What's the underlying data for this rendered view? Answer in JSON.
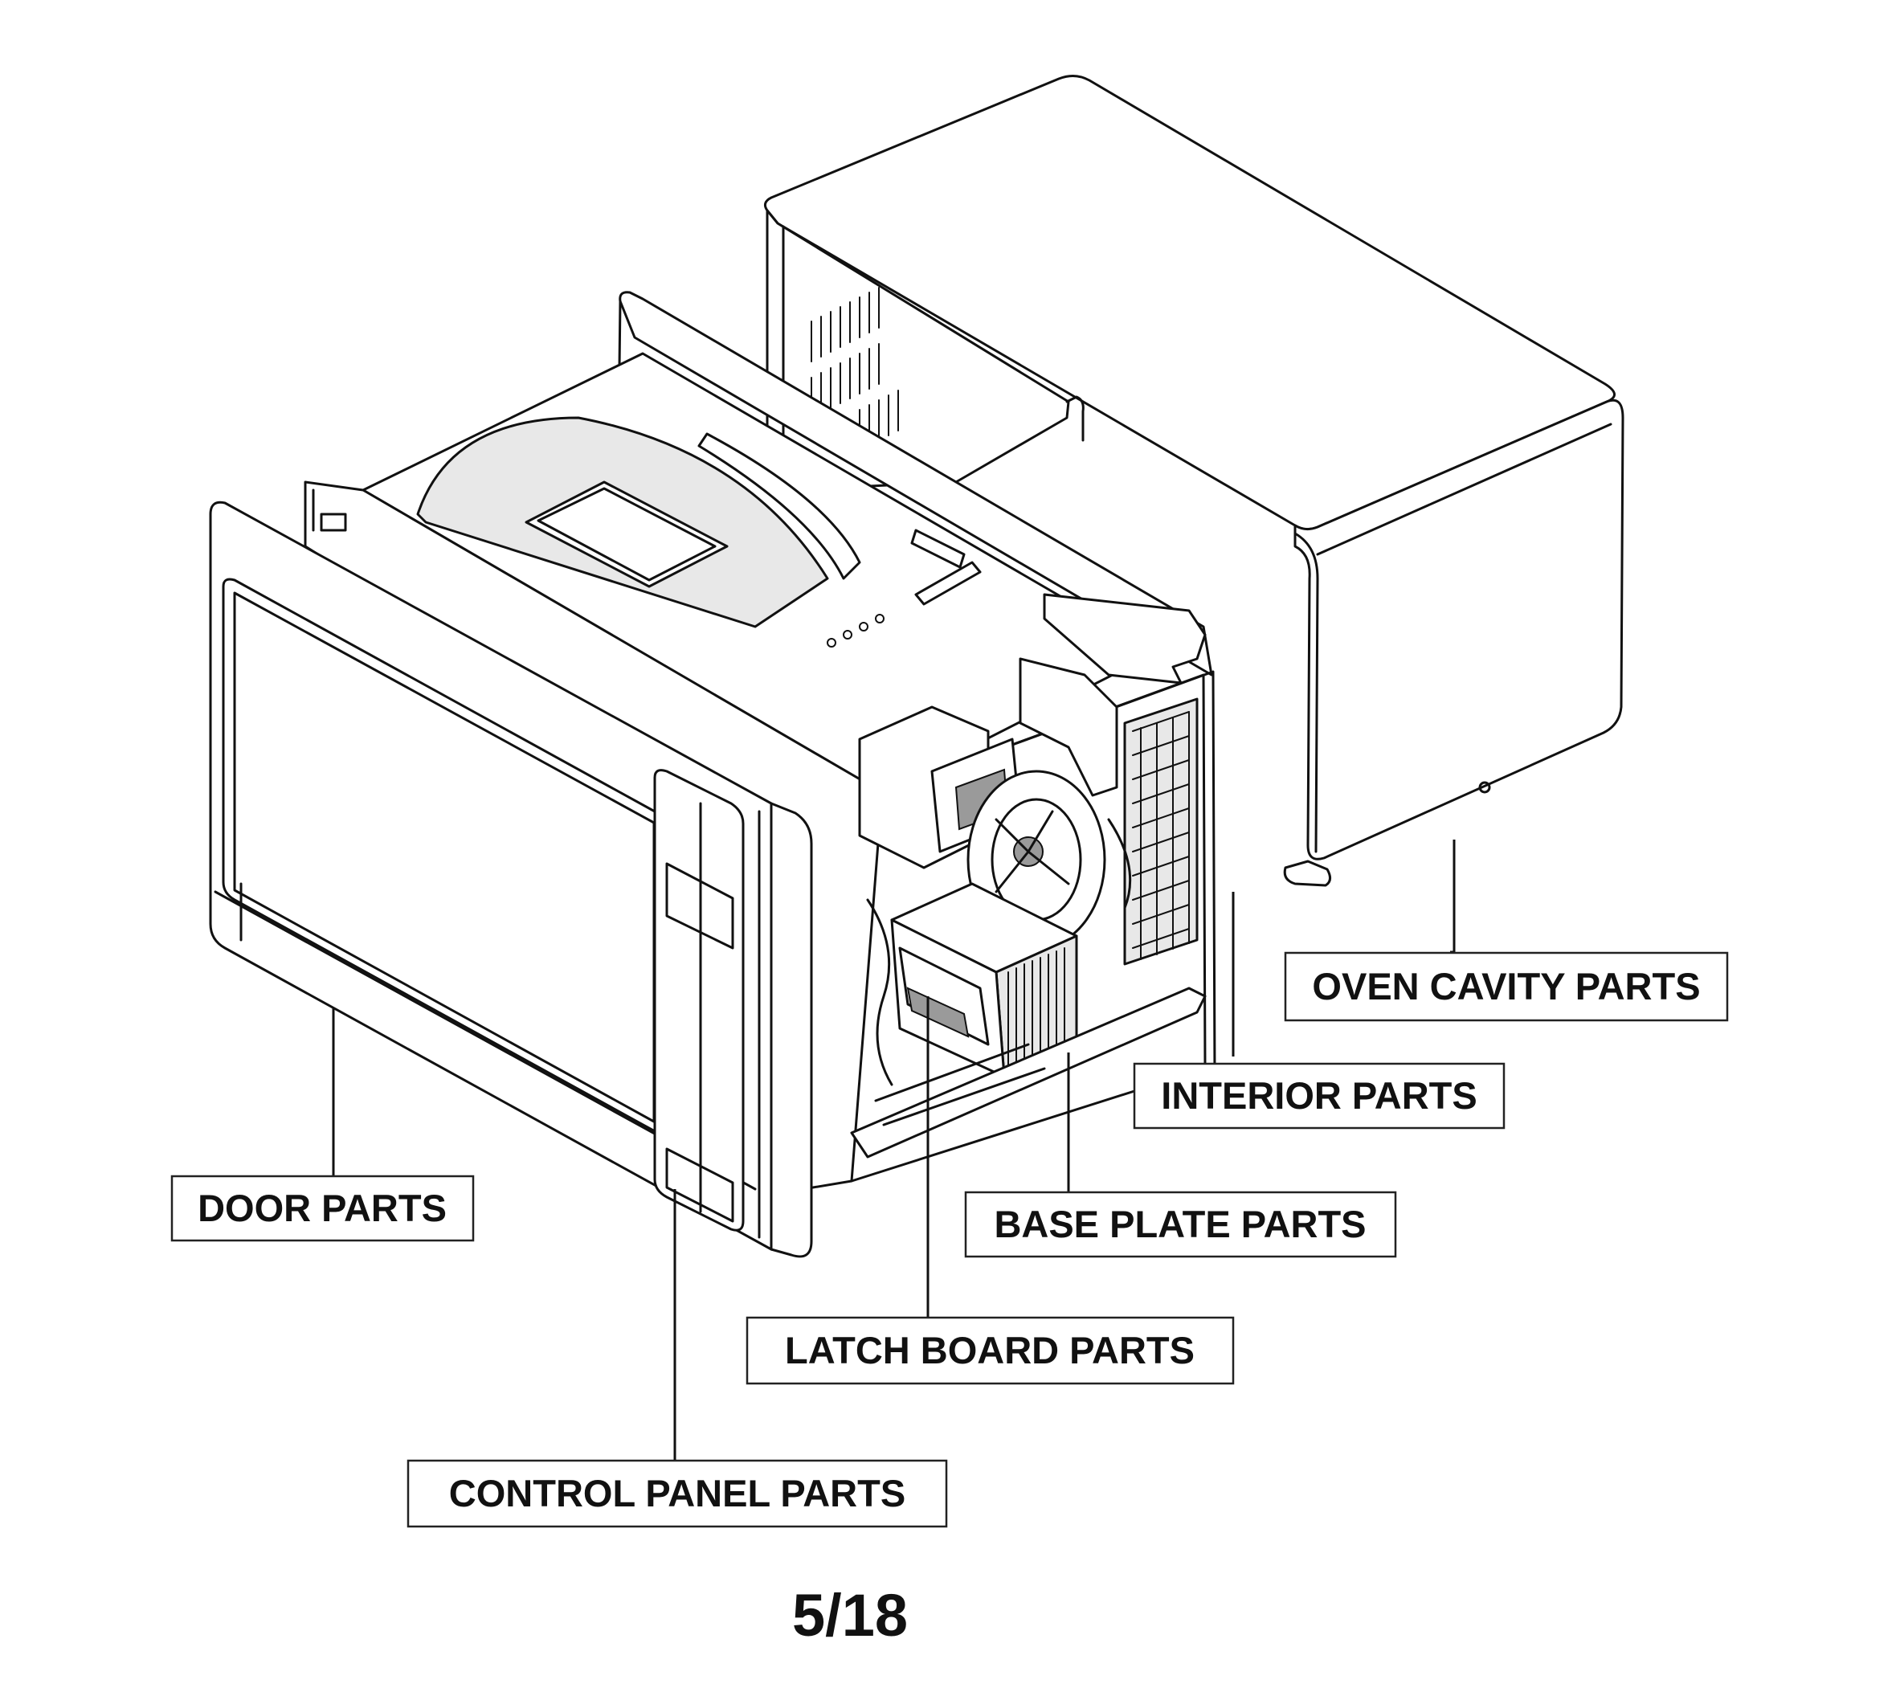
{
  "callouts": {
    "oven_cavity": "OVEN CAVITY PARTS",
    "interior": "INTERIOR PARTS",
    "door": "DOOR PARTS",
    "base_plate": "BASE PLATE PARTS",
    "latch_board": "LATCH BOARD PARTS",
    "control_panel": "CONTROL PANEL PARTS"
  },
  "page_number": "5/18"
}
